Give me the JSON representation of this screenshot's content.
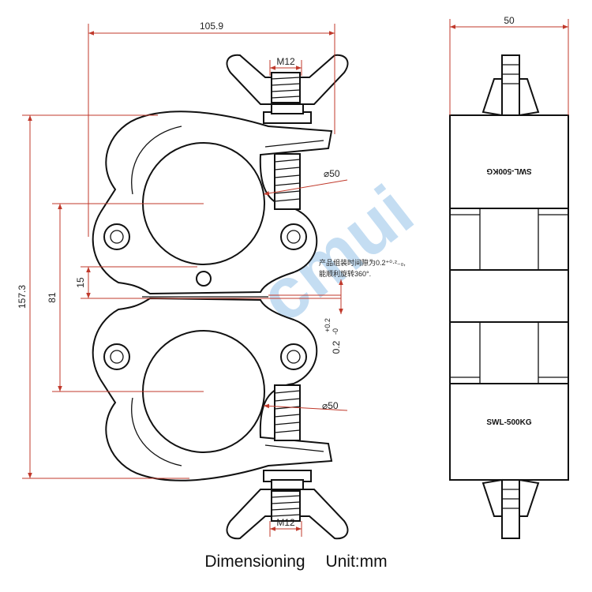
{
  "dimensions": {
    "total_width": "105.9",
    "side_width": "50",
    "bolt_thread_top": "M12",
    "bolt_thread_bottom": "M12",
    "tube_dia_top": "⌀50",
    "tube_dia_bottom": "⌀50",
    "total_height": "157.3",
    "center_distance": "81",
    "hinge_offset": "15",
    "gap_tolerance": "0.2",
    "gap_tol_upper": "+0.2",
    "gap_tol_lower": "-0"
  },
  "notes": {
    "assembly_line1": "产品组装时间隙为0.2⁺⁰·²₋₀,",
    "assembly_line2": "能顺利旋转360°."
  },
  "plates": {
    "top_label": "SWL-500KG",
    "bottom_label": "SWL-500KG"
  },
  "watermark": "jacmui",
  "caption": {
    "title": "Dimensioning",
    "unit": "Unit:mm"
  },
  "colors": {
    "dimension_line": "#c0392b",
    "outline": "#111111",
    "watermark": "#5aa0dc"
  }
}
